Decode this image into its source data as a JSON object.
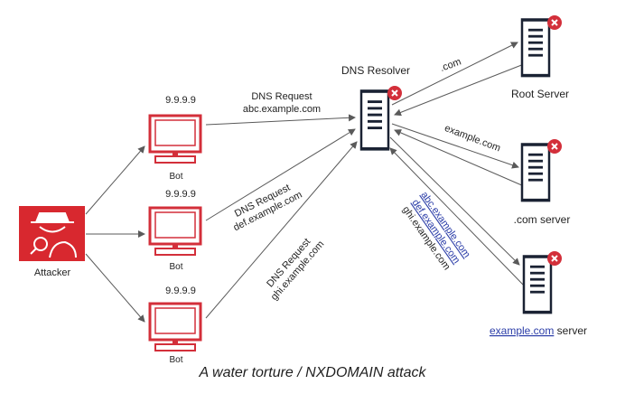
{
  "attacker": {
    "label": "Attacker"
  },
  "bots": [
    {
      "label": "Bot",
      "ip": "9.9.9.9"
    },
    {
      "label": "Bot",
      "ip": "9.9.9.9"
    },
    {
      "label": "Bot",
      "ip": "9.9.9.9"
    }
  ],
  "requests": [
    {
      "line1": "DNS Request",
      "line2": "abc.example.com"
    },
    {
      "line1": "DNS Request",
      "line2": "def.example.com"
    },
    {
      "line1": "DNS Request",
      "line2": "ghi.example.com"
    }
  ],
  "resolver": {
    "label": "DNS Resolver"
  },
  "servers": [
    {
      "label": "Root Server"
    },
    {
      "label": ".com server"
    },
    {
      "label_link": "example.com",
      "label_rest": " server"
    }
  ],
  "edges": {
    "root": ".com",
    "tld": "example.com",
    "auth": [
      "abc.example.com",
      "def.example.com",
      "ghi.example.com"
    ]
  },
  "caption": "A water torture / NXDOMAIN attack",
  "colors": {
    "accent": "#d32f3a",
    "attacker_bg": "#d8282f",
    "server_outline": "#1a2233",
    "arrow": "#5a5a5a"
  }
}
